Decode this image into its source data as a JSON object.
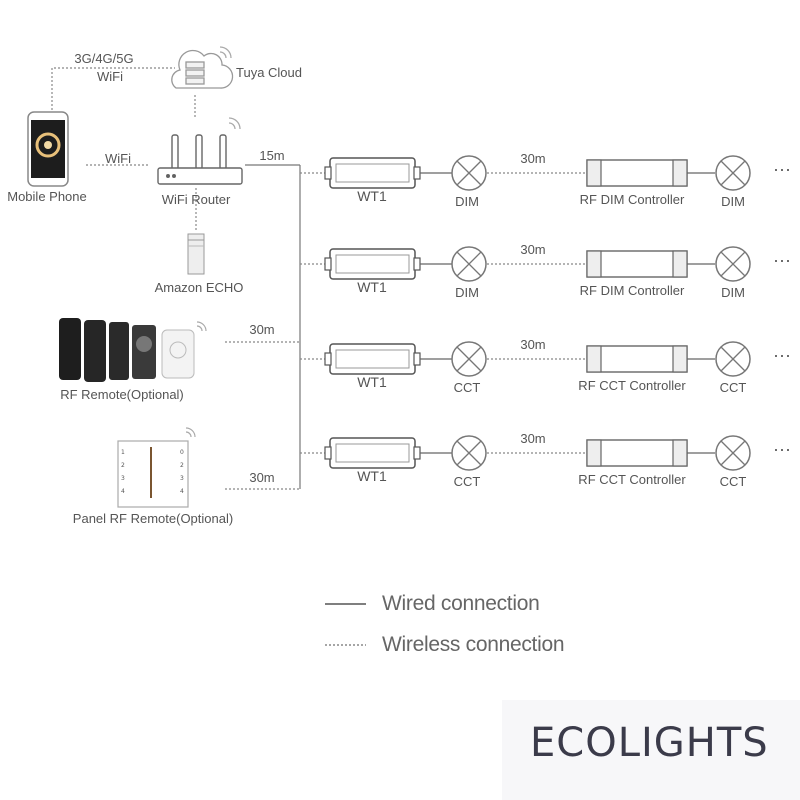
{
  "nodes": {
    "cloud": "Tuya Cloud",
    "mobile": "Mobile Phone",
    "router": "WiFi Router",
    "echo": "Amazon ECHO",
    "rf_remote": "RF Remote(Optional)",
    "panel_remote": "Panel RF Remote(Optional)"
  },
  "links": {
    "mobile_cloud_line1": "3G/4G/5G",
    "mobile_cloud_line2": "WiFi",
    "mobile_router": "WiFi",
    "router_bus": "15m",
    "remote_bus": "30m",
    "panel_bus": "30m"
  },
  "rows": [
    {
      "receiver": "WT1",
      "lamp": "DIM",
      "distance": "30m",
      "controller": "RF DIM Controller",
      "end_lamp": "DIM",
      "more": "···"
    },
    {
      "receiver": "WT1",
      "lamp": "DIM",
      "distance": "30m",
      "controller": "RF DIM Controller",
      "end_lamp": "DIM",
      "more": "···"
    },
    {
      "receiver": "WT1",
      "lamp": "CCT",
      "distance": "30m",
      "controller": "RF CCT Controller",
      "end_lamp": "CCT",
      "more": "···"
    },
    {
      "receiver": "WT1",
      "lamp": "CCT",
      "distance": "30m",
      "controller": "RF CCT Controller",
      "end_lamp": "CCT",
      "more": "···"
    }
  ],
  "panel_keys": {
    "left": [
      "1",
      "2",
      "3",
      "4"
    ],
    "right": [
      "0",
      "2",
      "3",
      "4"
    ]
  },
  "legend": {
    "wired": "Wired connection",
    "wireless": "Wireless connection"
  },
  "brand": "ECOLIGHTS"
}
